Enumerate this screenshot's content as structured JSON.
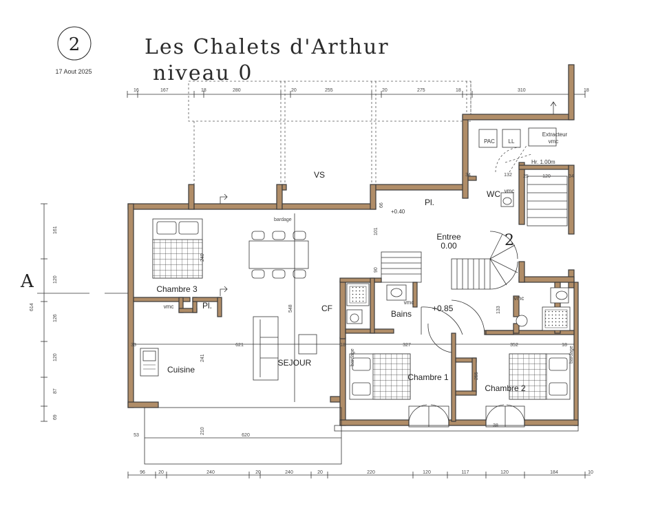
{
  "header": {
    "sheet_number": "2",
    "date": "17 Aout 2025",
    "title": "Les Chalets d'Arthur",
    "subtitle": "niveau 0"
  },
  "section_marker": "A",
  "rooms": {
    "vs": "VS",
    "chambre3": "Chambre 3",
    "cuisine": "Cuisine",
    "sejour": "SEJOUR",
    "entree": "Entree",
    "entree_level": "0.00",
    "bains": "Bains",
    "chambre1": "Chambre 1",
    "chambre2": "Chambre 2",
    "wc": "WC",
    "pac": "PAC",
    "ll": "LL",
    "extracteur": "Extracteur",
    "vmc": "vmc",
    "stair_number": "2",
    "cf": "CF",
    "pl": "Pl."
  },
  "annotations": {
    "level_plus040": "+0.40",
    "level_plus085": "+0.85",
    "bardage": "bardage",
    "handrail": "Hr. 1.00m"
  },
  "dims_top": [
    "16",
    "167",
    "18",
    "280",
    "20",
    "255",
    "20",
    "275",
    "18",
    "310",
    "18"
  ],
  "dims_bottom": [
    "96",
    "20",
    "240",
    "20",
    "240",
    "20",
    "220",
    "120",
    "117",
    "120",
    "184",
    "10"
  ],
  "dims_left": [
    "161",
    "120",
    "614",
    "126",
    "120",
    "87",
    "69"
  ],
  "dims_inner": {
    "d621": "621",
    "d548": "548",
    "d241": "241",
    "d240": "240",
    "d327": "327",
    "d352": "352",
    "d255": "255",
    "d620": "620",
    "d210": "210",
    "d53": "53",
    "d33": "33",
    "d18a": "18",
    "d18b": "18",
    "d34a": "34",
    "d34b": "34",
    "d25": "25",
    "d120": "120",
    "d132": "132",
    "d90": "90",
    "d66": "66",
    "d101": "101",
    "d133": "133",
    "d38": "38"
  }
}
